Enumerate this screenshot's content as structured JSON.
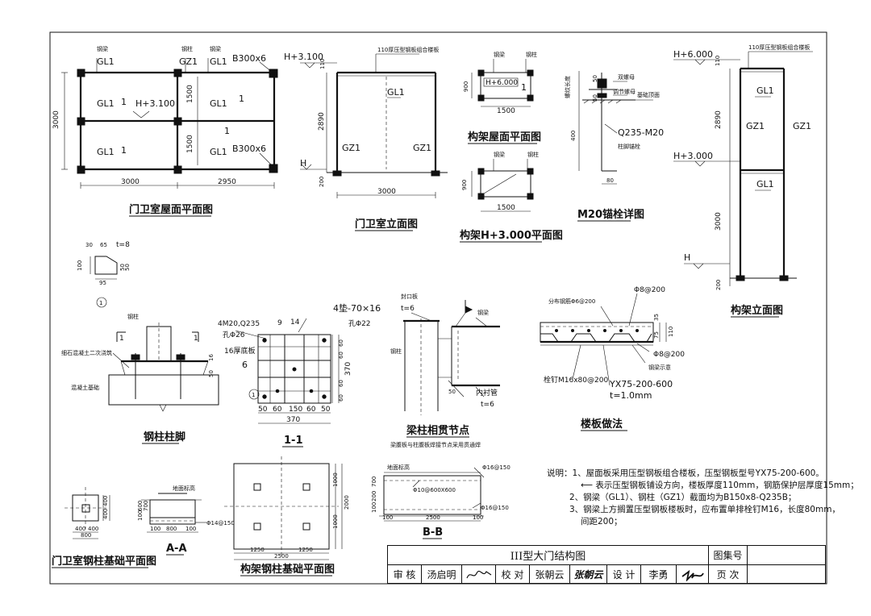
{
  "drawing_title": "III型大门结构图",
  "atlas_label": "图集号",
  "page_label": "页 次",
  "signoff": {
    "review_label": "审 核",
    "reviewer": "汤启明",
    "check_label": "校 对",
    "checker": "张朝云",
    "checker_sign": "张朝云",
    "design_label": "设 计",
    "designer": "李勇"
  },
  "views": {
    "gate_roof_plan": {
      "title": "门卫室屋面平面图",
      "labels": [
        "钢梁",
        "GL1",
        "钢柱",
        "GZ1",
        "钢梁",
        "GL1",
        "B300x6",
        "GL1",
        "H+3.100",
        "GL1",
        "GL1",
        "GL1",
        "B300x6"
      ],
      "dims": [
        "3000",
        "1500",
        "1500",
        "3000",
        "2950"
      ],
      "slope_marks": [
        "1",
        "1",
        "1",
        "1"
      ]
    },
    "gate_elevation": {
      "title": "门卫室立面图",
      "top_note": "110厚压型钢板组合楼板",
      "labels": [
        "H+3.100",
        "GL1",
        "GZ1",
        "GZ1",
        "H"
      ],
      "dims": [
        "110",
        "2890",
        "200",
        "3000"
      ]
    },
    "frame_roof_plan": {
      "title": "构架屋面平面图",
      "labels": [
        "钢梁",
        "钢柱",
        "H+6.000",
        "1"
      ],
      "dims": [
        "900",
        "1500"
      ]
    },
    "frame_3000_plan": {
      "title": "构架H+3.000平面图",
      "labels": [
        "钢梁",
        "钢柱"
      ],
      "dims": [
        "900",
        "1500"
      ]
    },
    "anchor_detail": {
      "title": "M20锚栓详图",
      "labels": [
        "双螺母",
        "调节螺母",
        "基础顶面",
        "Q235-M20",
        "柱脚锚栓",
        "螺纹长度"
      ],
      "dims": [
        "50",
        "50",
        "400",
        "80"
      ]
    },
    "frame_elevation": {
      "title": "构架立面图",
      "top_note": "110厚压型钢板组合楼板",
      "labels": [
        "H+6.000",
        "GL1",
        "GZ1",
        "GZ1",
        "H+3.000",
        "GL1",
        "H"
      ],
      "dims": [
        "110",
        "2890",
        "3000",
        "200"
      ]
    },
    "stiffener": {
      "dims": [
        "30",
        "65",
        "t=8",
        "100",
        "50",
        "50",
        "95"
      ],
      "mark": "1"
    },
    "column_foot": {
      "title": "钢柱柱脚",
      "labels": [
        "钢柱",
        "细石混凝土二次浇筑",
        "混凝土基础",
        "1",
        "1"
      ],
      "dims": [
        "16",
        "50"
      ]
    },
    "section_1_1": {
      "title": "1-1",
      "labels": [
        "4M20,Q235",
        "孔Φ26",
        "16厚底板",
        "9",
        "14",
        "4垫-70×16",
        "孔Φ22",
        "6",
        "1"
      ],
      "dims": [
        "60",
        "60",
        "370",
        "60",
        "60",
        "50",
        "60",
        "150",
        "60",
        "50",
        "370"
      ]
    },
    "beam_joint": {
      "title": "梁柱相贯节点",
      "subtitle": "梁腹板与柱腹板焊接节点采用贯通焊",
      "labels": [
        "封口板",
        "t=6",
        "钢梁",
        "钢柱",
        "内衬管",
        "t=6"
      ],
      "dims": [
        "50"
      ]
    },
    "floor_slab": {
      "title": "楼板做法",
      "labels": [
        "分布钢筋Φ6@200",
        "Φ8@200",
        "Φ8@200",
        "钢梁示意",
        "栓钉M16x80@200",
        "YX75-200-600",
        "t=1.0mm"
      ],
      "dims": [
        "35",
        "75",
        "110"
      ]
    },
    "gate_foundation": {
      "title": "门卫室钢柱基础平面图",
      "dims": [
        "400",
        "400",
        "400",
        "400",
        "800"
      ]
    },
    "section_a_a": {
      "title": "A-A",
      "labels": [
        "地面标高",
        "Φ14@150"
      ],
      "dims": [
        "100",
        "600",
        "700",
        "100",
        "800",
        "100"
      ]
    },
    "frame_foundation": {
      "title": "构架钢柱基础平面图",
      "dims": [
        "1000",
        "1000",
        "2000",
        "1250",
        "1250",
        "2500"
      ]
    },
    "section_b_b": {
      "title": "B-B",
      "labels": [
        "地面标高",
        "Φ16@150",
        "Φ10@600X600",
        "Φ16@150"
      ],
      "dims": [
        "100",
        "200",
        "700",
        "100",
        "2500",
        "100"
      ]
    }
  },
  "notes": {
    "prefix": "说明：",
    "items": [
      "1、屋面板采用压型钢板组合楼板，压型钢板型号YX75-200-600。",
      "⟵ 表示压型钢板铺设方向，楼板厚度110mm，钢筋保护层厚度15mm；",
      "2、钢梁（GL1）、钢柱（GZ1）截面均为B150x8-Q235B；",
      "3、钢梁上方搁置压型钢板楼板时，应布置单排栓钉M16，长度80mm，",
      "间距200；"
    ]
  }
}
